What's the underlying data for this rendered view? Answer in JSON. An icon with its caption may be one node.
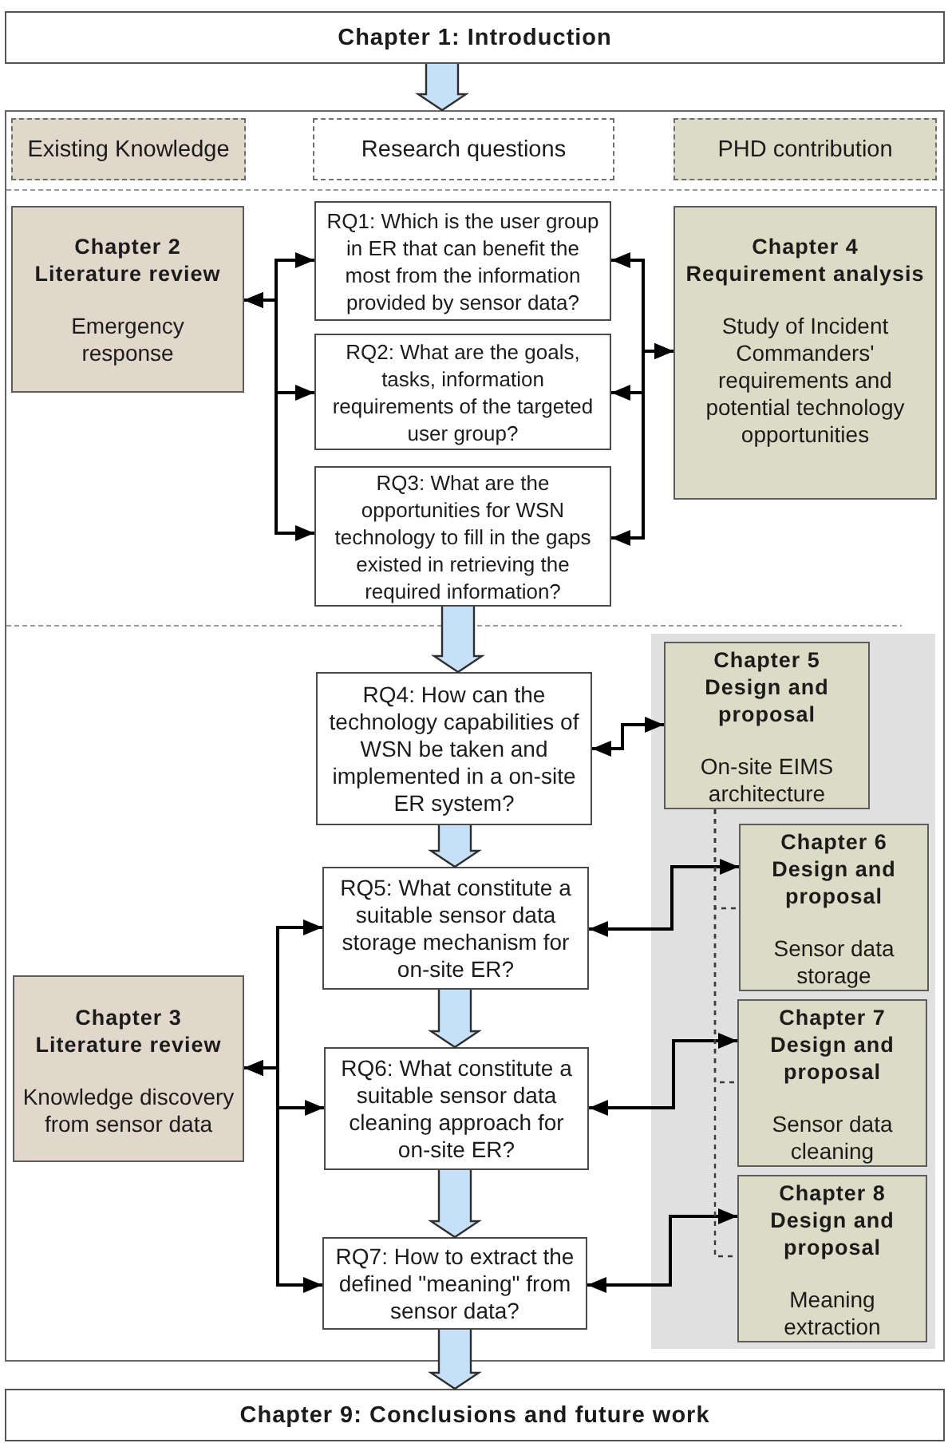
{
  "diagram": {
    "nodes": [
      {
        "text": [
          "Chapter 1: Introduction"
        ]
      },
      {
        "text": [],
        "shape": "box"
      },
      {
        "text": [
          "Existing Knowledge"
        ],
        "in": 1
      },
      {
        "text": [
          "Research questions"
        ],
        "in": 1
      },
      {
        "text": [
          "PHD contribution"
        ],
        "in": 1
      },
      {
        "text": [
          "Chapter 2 Literature review",
          "Emergency response"
        ],
        "in": 1
      },
      {
        "text": [
          "RQ1: Which is the user group in ER that can benefit the most from the information provided by sensor data?"
        ],
        "in": 1
      },
      {
        "text": [
          "Chapter 4 Requirement analysis",
          "Study of Incident Commanders' requirements and potential technology opportunities"
        ],
        "in": 1
      },
      {
        "text": [
          "RQ2: What are the goals, tasks, information requirements of the targeted user group?"
        ],
        "in": 1
      },
      {
        "text": [
          "RQ3: What are the opportunities for WSN technology to fill in the gaps existed in retrieving the required information?"
        ],
        "in": 1
      },
      {
        "text": [],
        "shape": "box",
        "in": 1
      },
      {
        "text": [
          "Chapter 5 Design and proposal",
          "On-site EIMS architecture"
        ],
        "in": 10
      },
      {
        "text": [
          "RQ4: How can the technology capabilities of WSN be taken and implemented in a on-site ER system?"
        ],
        "in": 1
      },
      {
        "text": [
          "Chapter 6 Design and proposal",
          "Sensor data storage"
        ],
        "in": 10
      },
      {
        "text": [
          "RQ5: What constitute a suitable sensor data storage mechanism for on-site ER?"
        ],
        "in": 1
      },
      {
        "text": [
          "Chapter 3 Literature review",
          "Knowledge discovery from sensor data"
        ],
        "in": 1
      },
      {
        "text": [
          "RQ6: What constitute a suitable sensor data cleaning approach for on-site ER?"
        ],
        "in": 1
      },
      {
        "text": [
          "Chapter 7 Design and proposal",
          "Sensor data cleaning"
        ],
        "in": 10
      },
      {
        "text": [
          "RQ7: How to extract the defined \"meaning\" from sensor data?"
        ],
        "in": 1
      },
      {
        "text": [
          "Chapter 8 Design and proposal",
          "Meaning extraction"
        ],
        "in": 10
      },
      {
        "text": [
          "Chapter 9: Conclusions and future work"
        ]
      }
    ],
    "edges": [
      {
        "from": 0,
        "to": 1,
        "arrow": "to",
        "style": "thick",
        "color": "#c6e0f7"
      },
      {
        "from": 5,
        "to": 6,
        "arrow": "both"
      },
      {
        "from": 5,
        "to": 8,
        "arrow": "both"
      },
      {
        "from": 5,
        "to": 9,
        "arrow": "both"
      },
      {
        "from": 7,
        "to": 6,
        "arrow": "both"
      },
      {
        "from": 7,
        "to": 8,
        "arrow": "both"
      },
      {
        "from": 7,
        "to": 9,
        "arrow": "both"
      },
      {
        "from": 9,
        "to": 12,
        "arrow": "to",
        "style": "thick",
        "color": "#c6e0f7"
      },
      {
        "from": 12,
        "to": 11,
        "arrow": "both"
      },
      {
        "from": 12,
        "to": 14,
        "arrow": "to",
        "style": "thick",
        "color": "#c6e0f7"
      },
      {
        "from": 14,
        "to": 13,
        "arrow": "both"
      },
      {
        "from": 15,
        "to": 14,
        "arrow": "both"
      },
      {
        "from": 15,
        "to": 16,
        "arrow": "both"
      },
      {
        "from": 15,
        "to": 18,
        "arrow": "both"
      },
      {
        "from": 14,
        "to": 16,
        "arrow": "to",
        "style": "thick",
        "color": "#c6e0f7"
      },
      {
        "from": 16,
        "to": 17,
        "arrow": "both"
      },
      {
        "from": 16,
        "to": 18,
        "arrow": "to",
        "style": "thick",
        "color": "#c6e0f7"
      },
      {
        "from": 18,
        "to": 19,
        "arrow": "both"
      },
      {
        "from": 11,
        "to": 13,
        "arrow": "none",
        "style": "dashed"
      },
      {
        "from": 11,
        "to": 17,
        "arrow": "none",
        "style": "dashed"
      },
      {
        "from": 11,
        "to": 19,
        "arrow": "none",
        "style": "dashed"
      },
      {
        "from": 18,
        "to": 20,
        "arrow": "to",
        "style": "thick",
        "color": "#c6e0f7"
      }
    ]
  }
}
